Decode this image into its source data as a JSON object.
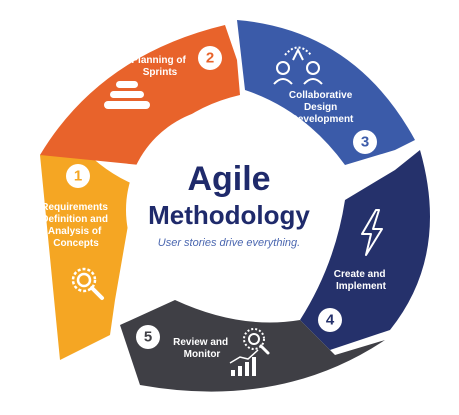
{
  "center": {
    "title_line1": "Agile",
    "title_line2": "Methodology",
    "subtitle": "User stories drive everything."
  },
  "steps": [
    {
      "number": "1",
      "lines": [
        "Requirements",
        "Definition and",
        "Analysis of",
        "Concepts"
      ],
      "color": "#f5a623",
      "icon": "magnifier-icon"
    },
    {
      "number": "2",
      "lines": [
        "Planning of",
        "Sprints"
      ],
      "color": "#e8632b",
      "icon": "stacked-layers-icon"
    },
    {
      "number": "3",
      "lines": [
        "Collaborative",
        "Design",
        "Development"
      ],
      "color": "#3b5ba9",
      "icon": "team-collaboration-icon"
    },
    {
      "number": "4",
      "lines": [
        "Create and",
        "Implement"
      ],
      "color": "#25316b",
      "icon": "lightning-bolt-icon"
    },
    {
      "number": "5",
      "lines": [
        "Review and",
        "Monitor"
      ],
      "color": "#3f3f45",
      "icon": "growth-chart-icon"
    }
  ],
  "colors": {
    "center_title": "#1f2a6b",
    "center_subtitle": "#4b67b0",
    "center_fill": "#ffffff"
  }
}
